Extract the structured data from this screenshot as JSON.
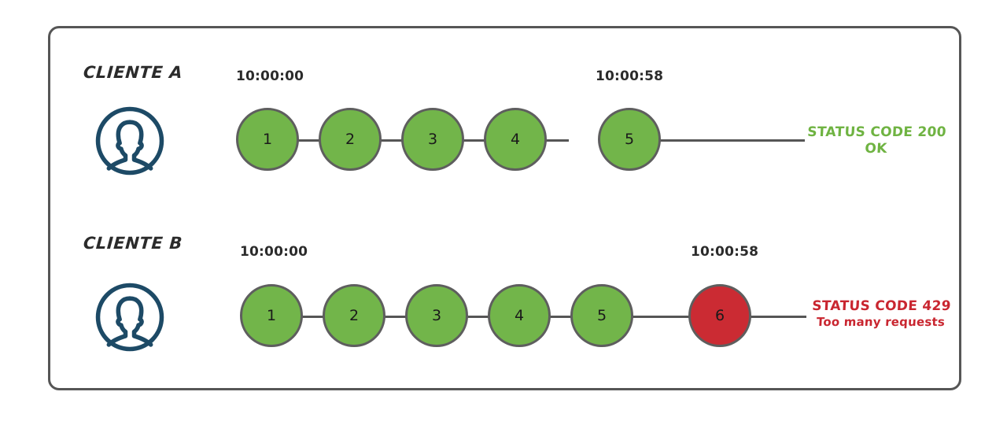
{
  "diagram": {
    "title_present": false,
    "colors": {
      "node_ok": "#72B54A",
      "node_error": "#CB2B33",
      "node_stroke": "#5E5E5E",
      "connector": "#565656",
      "frame": "#565656",
      "avatar": "#1D4A66",
      "status_ok_text": "#6FB342",
      "status_error_text": "#C92630",
      "background": "#FFFFFF"
    },
    "rows": [
      {
        "id": "client-a",
        "label": "CLIENTE A",
        "avatar_icon": "user-avatar-icon",
        "start_time": "10:00:00",
        "end_time": "10:00:58",
        "nodes": [
          {
            "label": "1",
            "state": "ok"
          },
          {
            "label": "2",
            "state": "ok"
          },
          {
            "label": "3",
            "state": "ok"
          },
          {
            "label": "4",
            "state": "ok"
          },
          {
            "label": "5",
            "state": "ok"
          }
        ],
        "status": {
          "line1": "STATUS CODE 200",
          "line2": "OK",
          "state": "ok"
        }
      },
      {
        "id": "client-b",
        "label": "CLIENTE B",
        "avatar_icon": "user-avatar-icon",
        "start_time": "10:00:00",
        "end_time": "10:00:58",
        "nodes": [
          {
            "label": "1",
            "state": "ok"
          },
          {
            "label": "2",
            "state": "ok"
          },
          {
            "label": "3",
            "state": "ok"
          },
          {
            "label": "4",
            "state": "ok"
          },
          {
            "label": "5",
            "state": "ok"
          },
          {
            "label": "6",
            "state": "error"
          }
        ],
        "status": {
          "line1": "STATUS CODE 429",
          "line2": "Too many requests",
          "state": "error"
        }
      }
    ]
  }
}
